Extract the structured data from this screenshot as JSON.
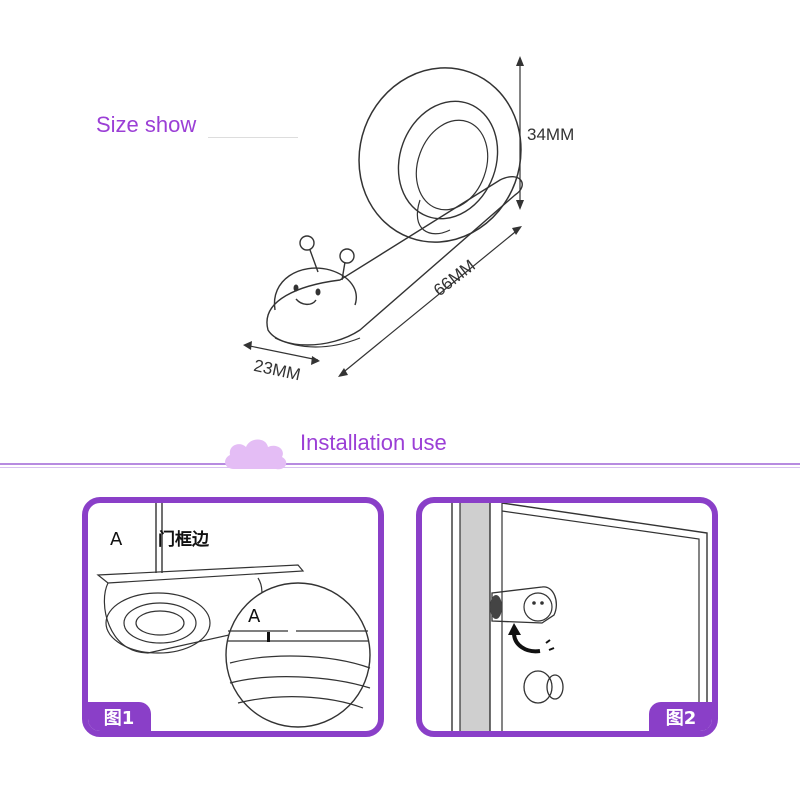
{
  "size_section": {
    "title": "Size show",
    "height_label": "34MM",
    "length_label": "66MM",
    "width_label": "23MM"
  },
  "install_section": {
    "title": "Installation use"
  },
  "figure1": {
    "tag": "图1",
    "label_a": "A",
    "label_frame": "门框边",
    "label_a_zoom": "A"
  },
  "figure2": {
    "tag": "图2"
  },
  "colors": {
    "accent": "#9b3fd6",
    "panel_border": "#8a3fc8",
    "cloud": "#e4bdf5",
    "line": "#b78be0"
  }
}
